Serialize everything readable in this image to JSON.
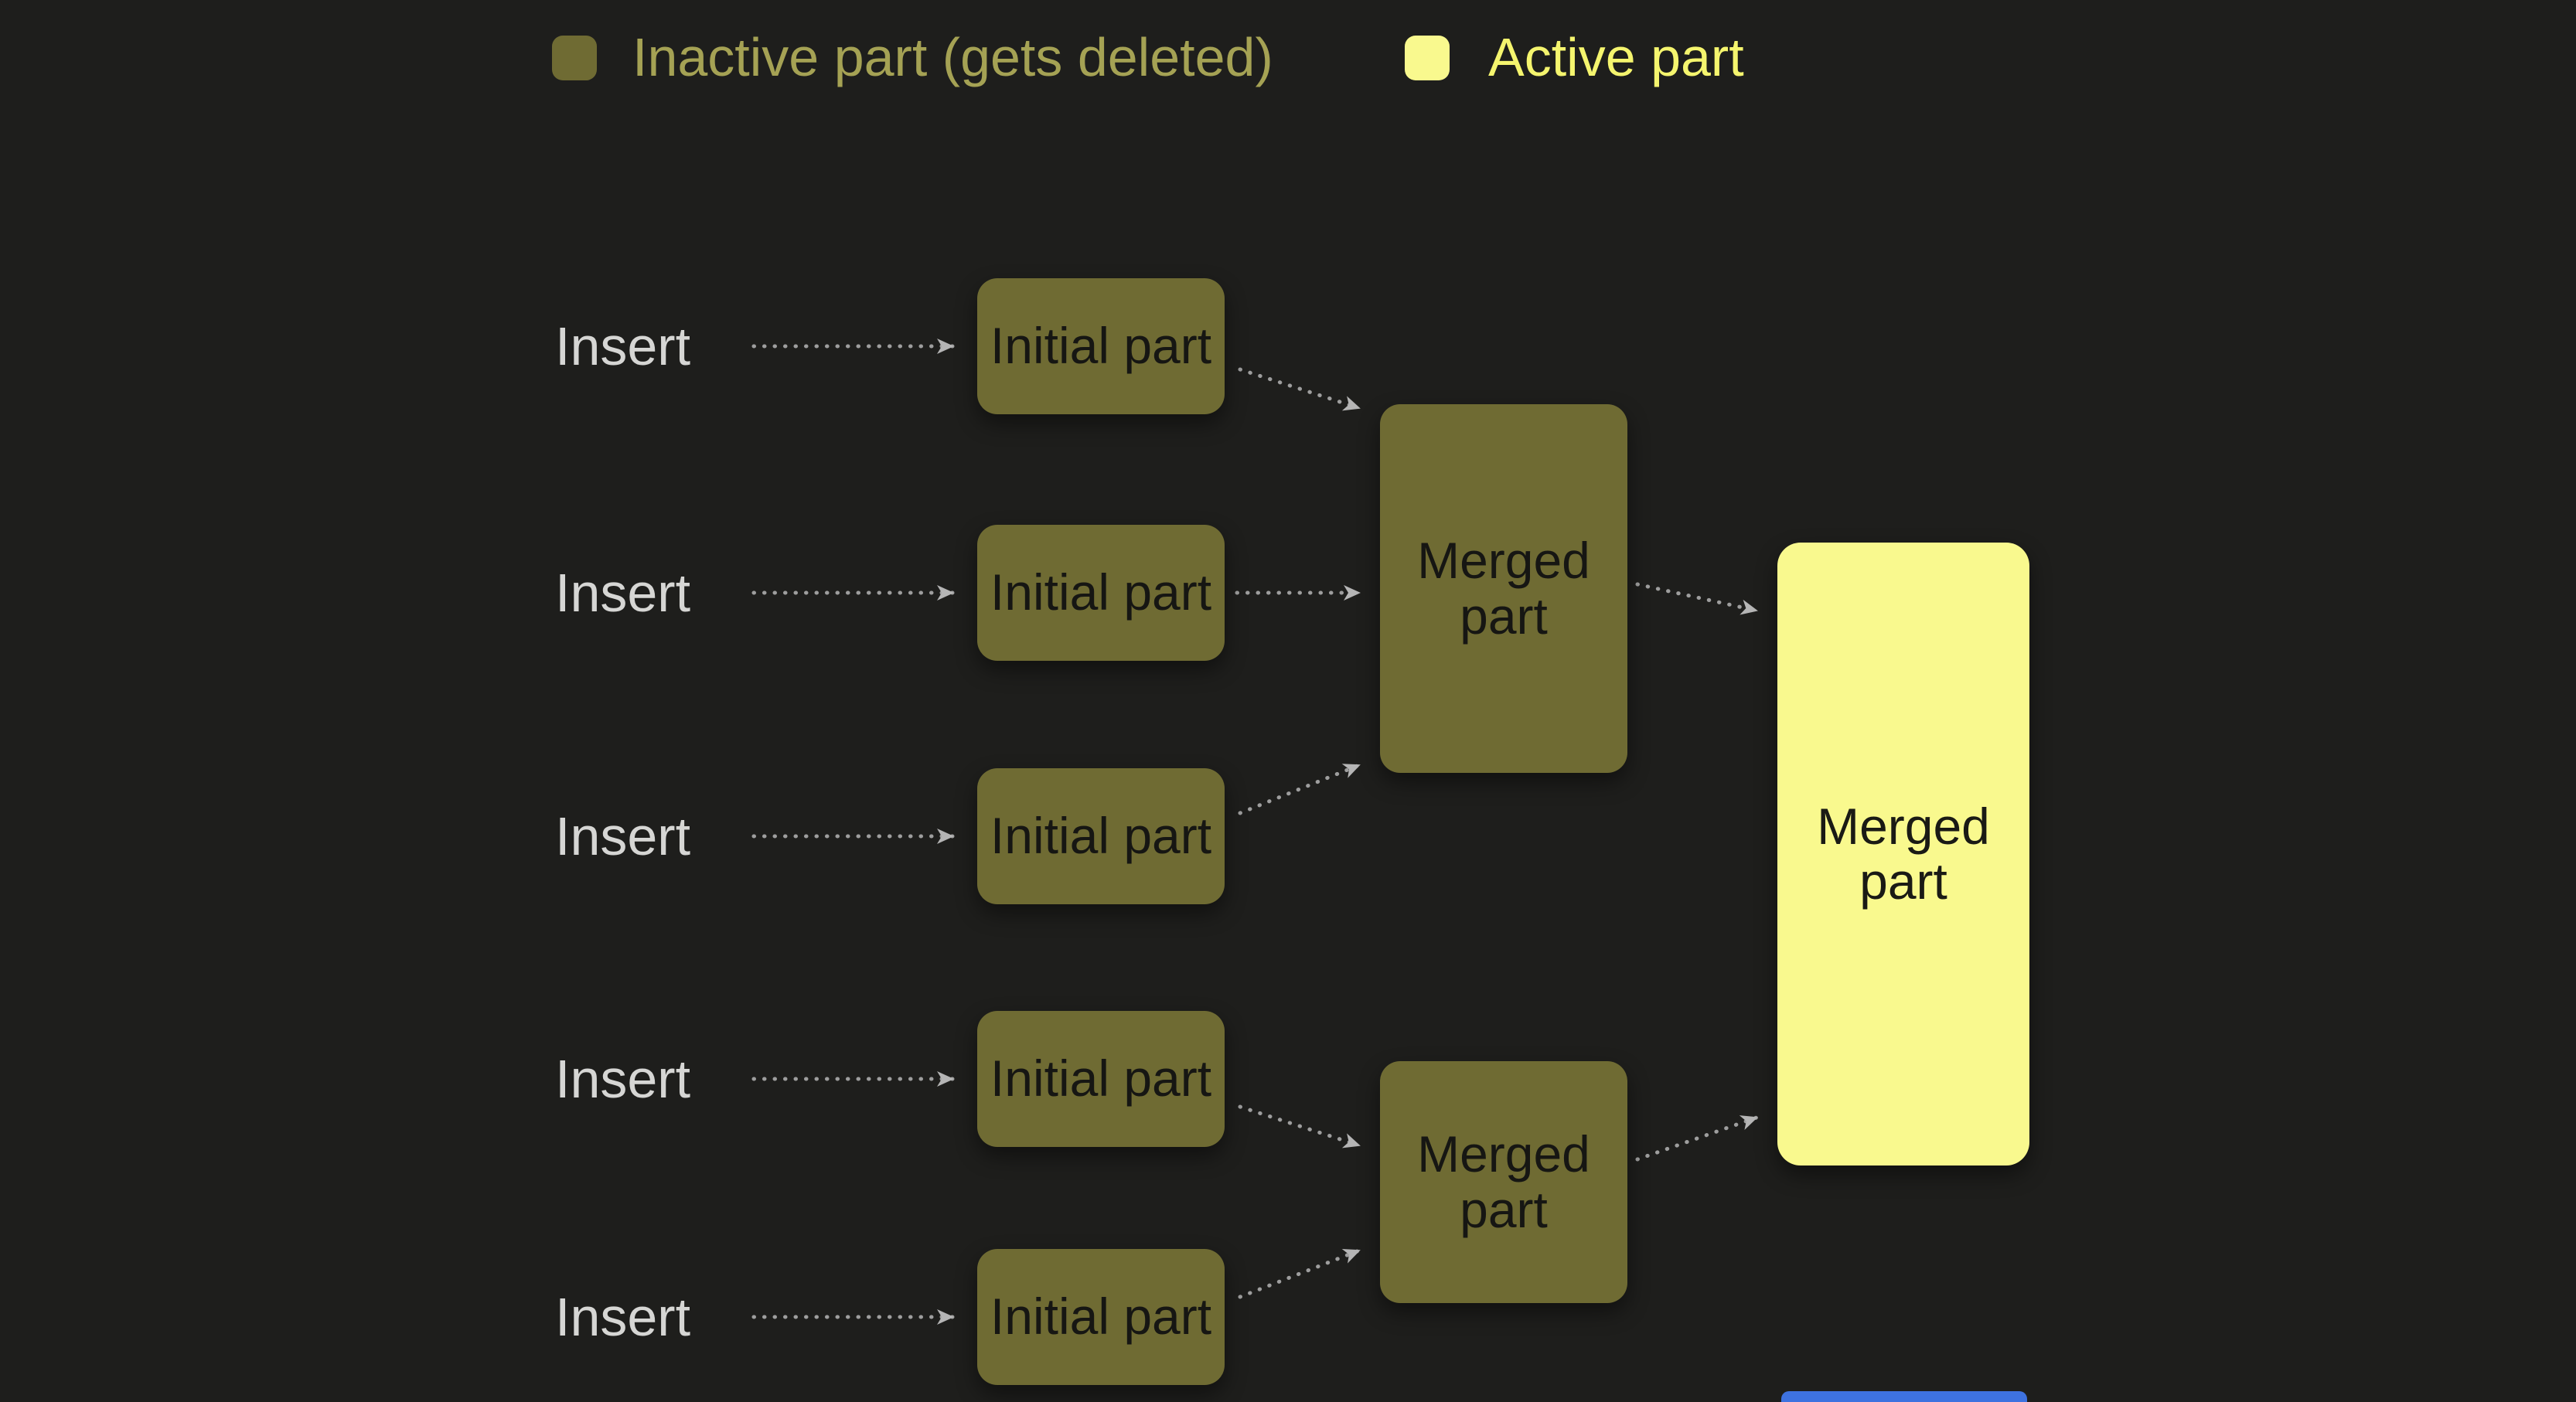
{
  "legend": {
    "inactive": {
      "label": "Inactive part (gets deleted)",
      "color": "#6f6b33",
      "text_color": "#a5a254"
    },
    "active": {
      "label": "Active part",
      "color": "#f9f98e",
      "text_color": "#f5f56e"
    }
  },
  "inserts": [
    {
      "label": "Insert"
    },
    {
      "label": "Insert"
    },
    {
      "label": "Insert"
    },
    {
      "label": "Insert"
    },
    {
      "label": "Insert"
    }
  ],
  "initial_parts": [
    {
      "label": "Initial part"
    },
    {
      "label": "Initial part"
    },
    {
      "label": "Initial part"
    },
    {
      "label": "Initial part"
    },
    {
      "label": "Initial part"
    }
  ],
  "merged_parts": [
    {
      "label": "Merged part"
    },
    {
      "label": "Merged part"
    }
  ],
  "final_part": {
    "label": "Merged part"
  },
  "colors": {
    "background": "#1e1e1c",
    "inactive_fill": "#6f6b33",
    "active_fill": "#f9f98e",
    "insert_text": "#d6d6d4",
    "arrow": "#9e9e9e",
    "partial_next_part": "#3e72e0"
  }
}
